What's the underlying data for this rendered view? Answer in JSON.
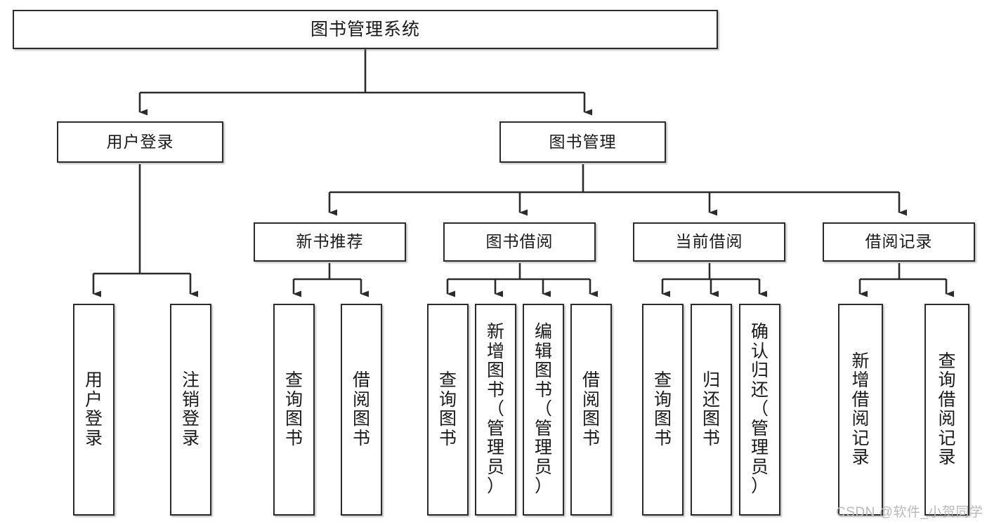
{
  "diagram": {
    "type": "tree-hierarchy",
    "title": "图书管理系统",
    "background_color": "#ffffff",
    "line_color": "#2b2b2b",
    "box_border_color": "#2b2b2b",
    "text_color": "#1a1a1a"
  },
  "nodes": {
    "root": {
      "label": "图书管理系统"
    },
    "level2": [
      {
        "id": "user-login",
        "label": "用户登录"
      },
      {
        "id": "book-manage",
        "label": "图书管理"
      }
    ],
    "level3": [
      {
        "id": "new-book-recommend",
        "label": "新书推荐"
      },
      {
        "id": "book-borrow",
        "label": "图书借阅"
      },
      {
        "id": "current-borrow",
        "label": "当前借阅"
      },
      {
        "id": "borrow-record",
        "label": "借阅记录"
      }
    ],
    "leaves": {
      "user_login": [
        {
          "id": "leaf-user-login",
          "label": "用\n户\n登\n录"
        },
        {
          "id": "leaf-logout",
          "label": "注\n销\n登\n录"
        }
      ],
      "new_book_recommend": [
        {
          "id": "leaf-query-book-1",
          "label": "查\n询\n图\n书"
        },
        {
          "id": "leaf-borrow-book-1",
          "label": "借\n阅\n图\n书"
        }
      ],
      "book_borrow": [
        {
          "id": "leaf-query-book-2",
          "label": "查\n询\n图\n书"
        },
        {
          "id": "leaf-add-book",
          "label": "新\n增\n图\n书\n（\n管\n理\n员\n）"
        },
        {
          "id": "leaf-edit-book",
          "label": "编\n辑\n图\n书\n（\n管\n理\n员\n）"
        },
        {
          "id": "leaf-borrow-book-2",
          "label": "借\n阅\n图\n书"
        }
      ],
      "current_borrow": [
        {
          "id": "leaf-query-book-3",
          "label": "查\n询\n图\n书"
        },
        {
          "id": "leaf-return-book",
          "label": "归\n还\n图\n书"
        },
        {
          "id": "leaf-confirm-return",
          "label": "确\n认\n归\n还\n（\n管\n理\n员\n）"
        }
      ],
      "borrow_record": [
        {
          "id": "leaf-add-record",
          "label": "新\n增\n借\n阅\n记\n录"
        },
        {
          "id": "leaf-query-record",
          "label": "查\n询\n借\n阅\n记\n录"
        }
      ]
    }
  },
  "watermark": {
    "text": "CSDN @软件_小贺同学"
  }
}
